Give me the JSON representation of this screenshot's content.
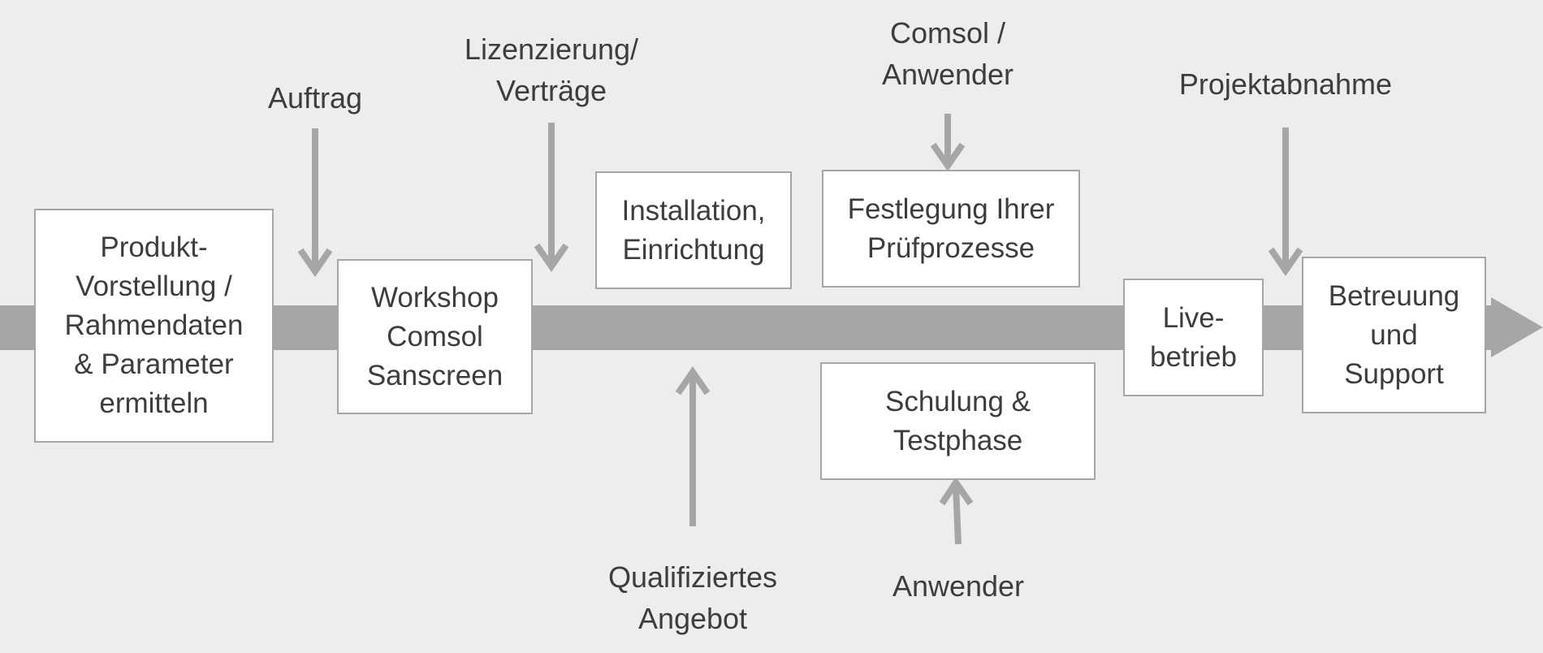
{
  "diagram": {
    "colors": {
      "background": "#ededed",
      "arrow": "#a6a6a6",
      "box_fill": "#ffffff",
      "box_border": "#a6a6a6",
      "text": "#3d3d3d"
    },
    "boxes": {
      "produkt": "Produkt-\nVorstellung /\nRahmendaten\n& Parameter\nermitteln",
      "workshop": "Workshop\nComsol\nSanscreen",
      "installation": "Installation,\nEinrichtung",
      "festlegung": "Festlegung Ihrer\nPrüfprozesse",
      "schulung": "Schulung &\nTestphase",
      "live": "Live-\nbetrieb",
      "betreuung": "Betreuung\nund\nSupport"
    },
    "labels": {
      "auftrag": "Auftrag",
      "lizenzierung": "Lizenzierung/\nVerträge",
      "comsol_anwender": "Comsol /\nAnwender",
      "projektabnahme": "Projektabnahme",
      "qualifiziertes": "Qualifiziertes\nAngebot",
      "anwender": "Anwender"
    }
  }
}
